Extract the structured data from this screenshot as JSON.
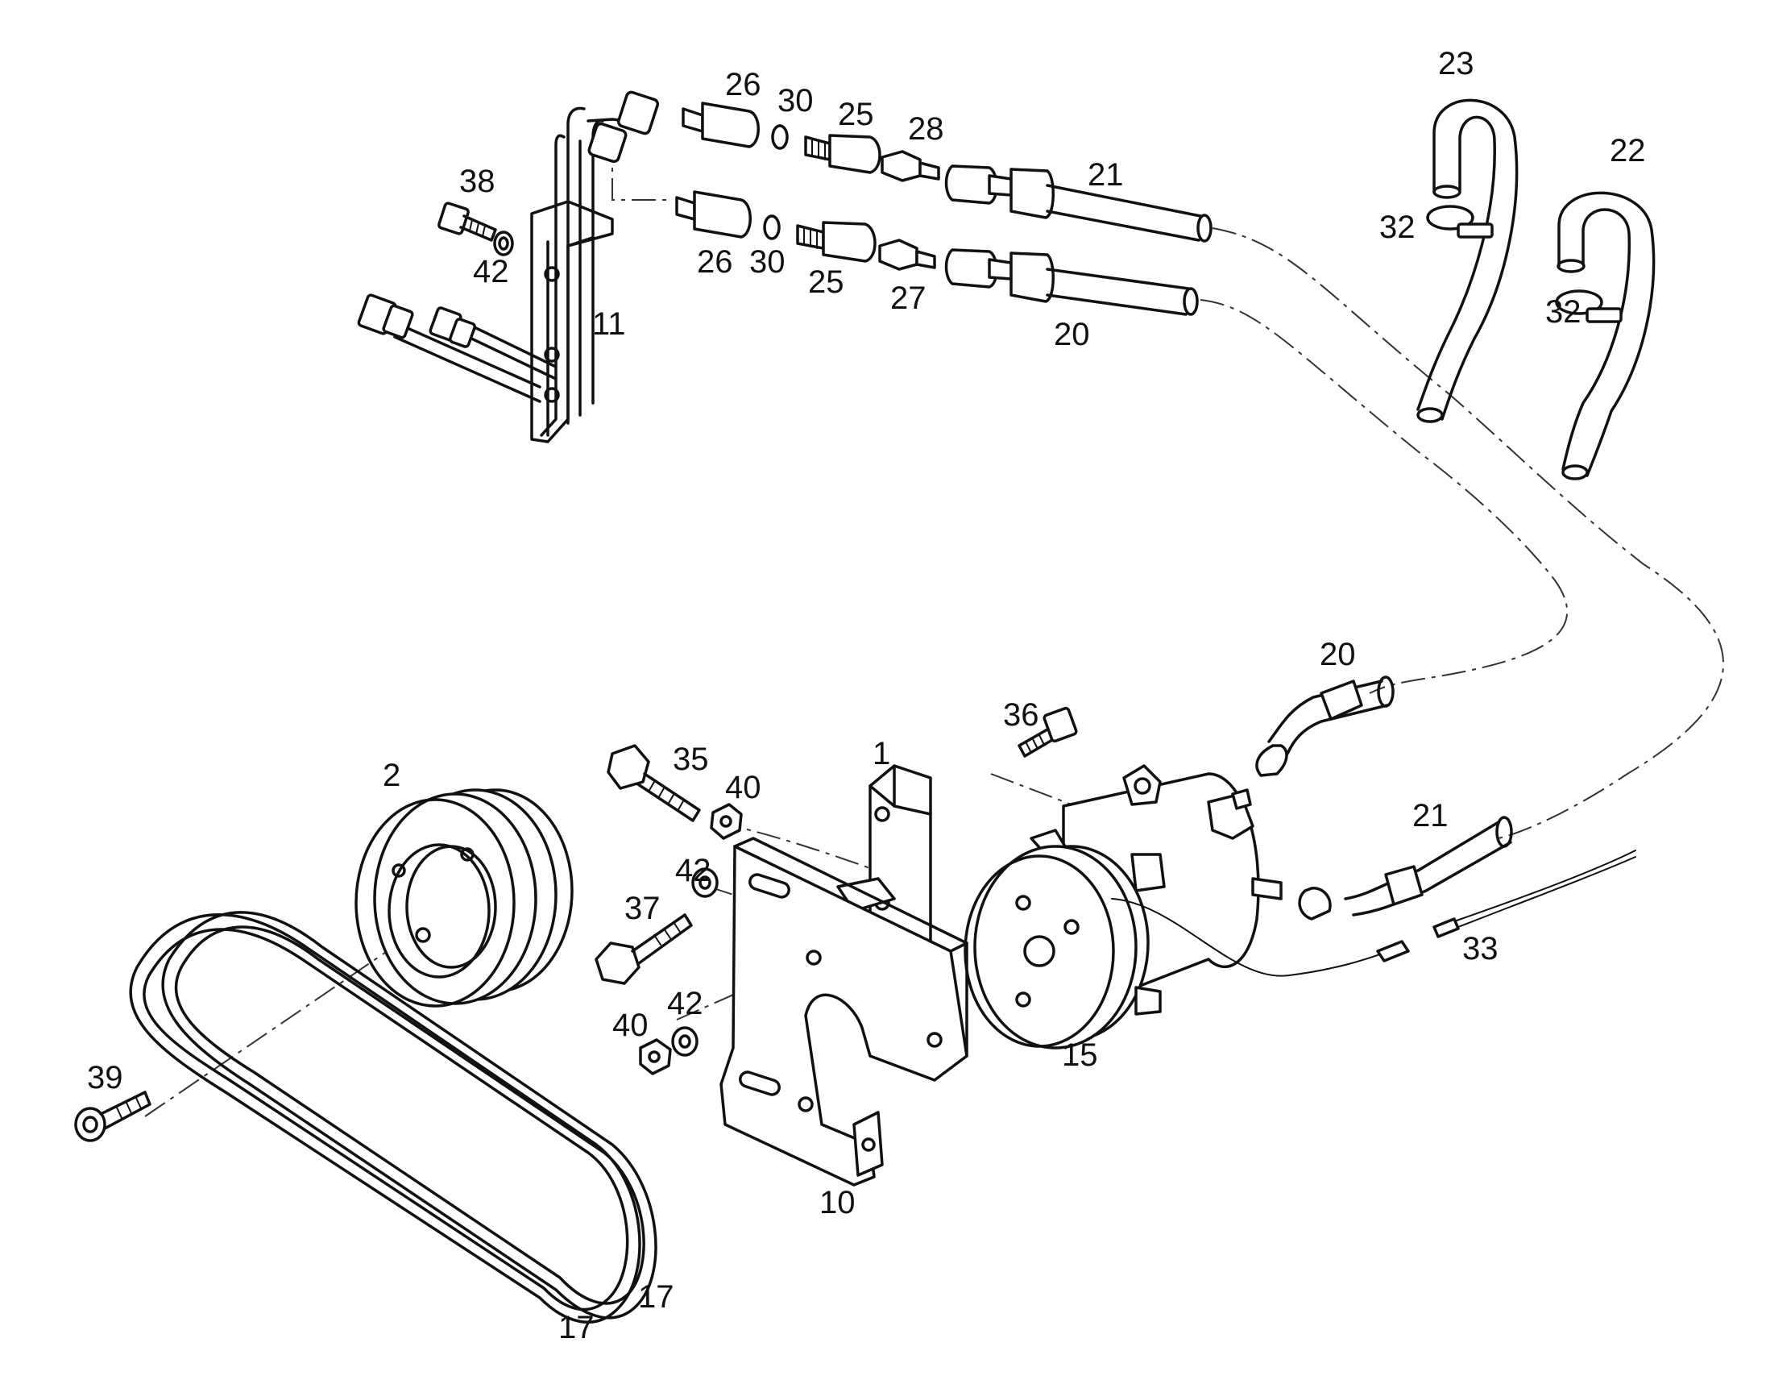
{
  "diagram": {
    "callouts": [
      {
        "id": "c1",
        "text": "1"
      },
      {
        "id": "c2",
        "text": "2"
      },
      {
        "id": "c10",
        "text": "10"
      },
      {
        "id": "c11",
        "text": "11"
      },
      {
        "id": "c15",
        "text": "15"
      },
      {
        "id": "c17a",
        "text": "17"
      },
      {
        "id": "c17b",
        "text": "17"
      },
      {
        "id": "c20a",
        "text": "20"
      },
      {
        "id": "c20b",
        "text": "20"
      },
      {
        "id": "c21a",
        "text": "21"
      },
      {
        "id": "c21b",
        "text": "21"
      },
      {
        "id": "c22",
        "text": "22"
      },
      {
        "id": "c23",
        "text": "23"
      },
      {
        "id": "c25a",
        "text": "25"
      },
      {
        "id": "c25b",
        "text": "25"
      },
      {
        "id": "c26a",
        "text": "26"
      },
      {
        "id": "c26b",
        "text": "26"
      },
      {
        "id": "c27",
        "text": "27"
      },
      {
        "id": "c28",
        "text": "28"
      },
      {
        "id": "c30a",
        "text": "30"
      },
      {
        "id": "c30b",
        "text": "30"
      },
      {
        "id": "c32a",
        "text": "32"
      },
      {
        "id": "c32b",
        "text": "32"
      },
      {
        "id": "c33",
        "text": "33"
      },
      {
        "id": "c35",
        "text": "35"
      },
      {
        "id": "c36",
        "text": "36"
      },
      {
        "id": "c37",
        "text": "37"
      },
      {
        "id": "c38",
        "text": "38"
      },
      {
        "id": "c39",
        "text": "39"
      },
      {
        "id": "c40a",
        "text": "40"
      },
      {
        "id": "c40b",
        "text": "40"
      },
      {
        "id": "c42a",
        "text": "42"
      },
      {
        "id": "c42b",
        "text": "42"
      },
      {
        "id": "c42c",
        "text": "42"
      }
    ]
  }
}
